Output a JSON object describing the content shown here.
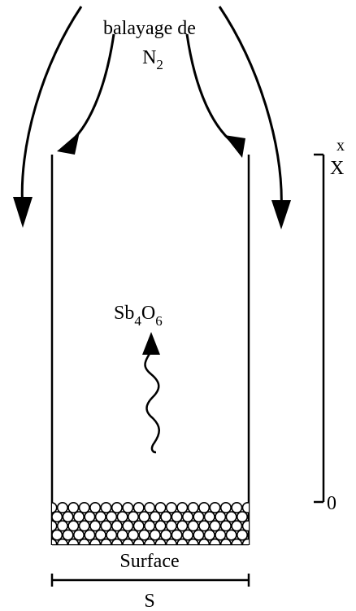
{
  "labels": {
    "flow_line1": "balayage de",
    "flow_line2_base": "N",
    "flow_line2_sub": "2",
    "species_Sb": "Sb",
    "species_sub4": "4",
    "species_O": "O",
    "species_sub6": "6",
    "surface": "Surface",
    "width": "S",
    "axis_top_x": "x",
    "axis_top_X": "X",
    "axis_zero": "0"
  },
  "colors": {
    "ink": "#000000",
    "background": "#ffffff"
  },
  "icons": {
    "flow_arrows": "curved-down-arrow",
    "diffusion_arrow": "wavy-up-arrow",
    "particle_bed": "packed-circles"
  }
}
